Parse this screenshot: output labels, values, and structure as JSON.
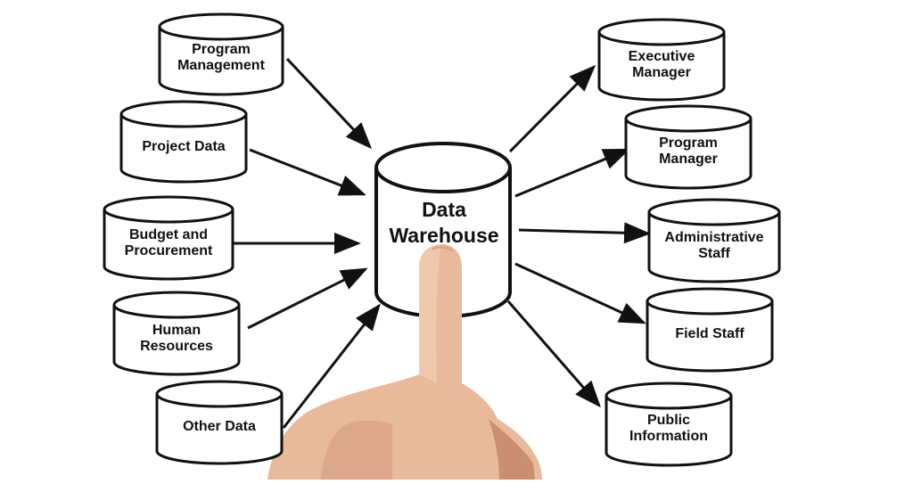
{
  "center": {
    "line1": "Data",
    "line2": "Warehouse"
  },
  "sources": [
    {
      "id": "program-management",
      "line1": "Program",
      "line2": "Management"
    },
    {
      "id": "project-data",
      "line1": "Project Data",
      "line2": ""
    },
    {
      "id": "budget-and-procurement",
      "line1": "Budget and",
      "line2": "Procurement"
    },
    {
      "id": "human-resources",
      "line1": "Human",
      "line2": "Resources"
    },
    {
      "id": "other-data",
      "line1": "Other Data",
      "line2": ""
    }
  ],
  "targets": [
    {
      "id": "executive-manager",
      "line1": "Executive",
      "line2": "Manager"
    },
    {
      "id": "program-manager",
      "line1": "Program",
      "line2": "Manager"
    },
    {
      "id": "administrative-staff",
      "line1": "Administrative",
      "line2": "Staff"
    },
    {
      "id": "field-staff",
      "line1": "Field Staff",
      "line2": ""
    },
    {
      "id": "public-information",
      "line1": "Public",
      "line2": "Information"
    }
  ],
  "colors": {
    "stroke": "#111111",
    "fill": "#ffffff",
    "skin": "#e8b99a",
    "skin_shadow": "#c98f70"
  }
}
